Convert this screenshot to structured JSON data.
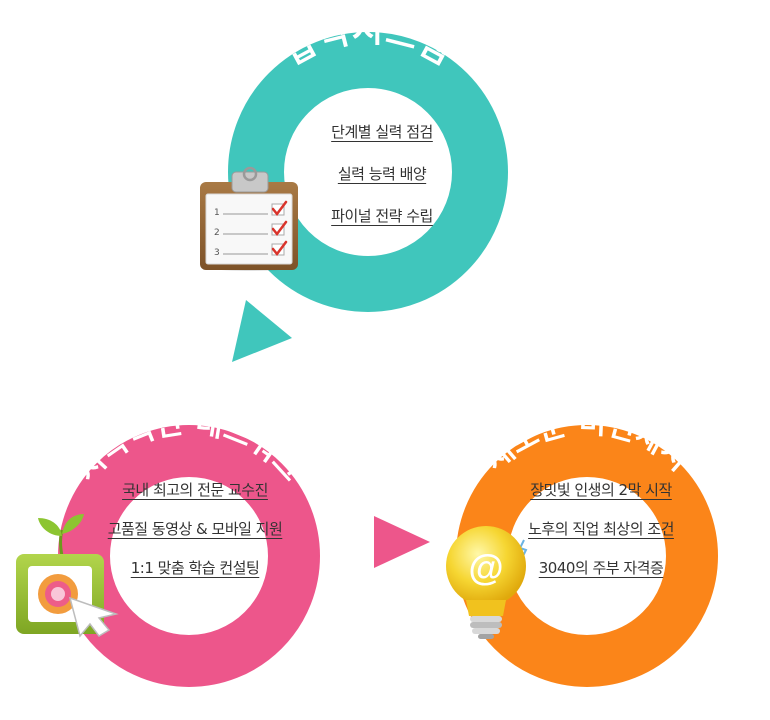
{
  "cycle": [
    {
      "title": "합격시스템",
      "color": "#40c6bc",
      "icon": "clipboard-checklist-icon",
      "items": [
        "단계별 실력 점검",
        "실력 능력 배양",
        "파이널 전략 수립"
      ]
    },
    {
      "title": "지속적인 네트워크",
      "color": "#ed568b",
      "icon": "plant-target-cursor-icon",
      "items": [
        "국내 최고의 전문 교수진",
        "고품질 동영상 & 모바일 지원",
        "1:1 맞춤 학습 컨설팅"
      ]
    },
    {
      "title": "새로운 비전제시",
      "color": "#fb8519",
      "icon": "lightbulb-at-icon",
      "items": [
        "장밋빛 인생의 2막 시작",
        "노후의 직업 최상의 조건",
        "3040의 주부 자격증"
      ]
    }
  ],
  "clipboard_numbers": [
    "1",
    "2",
    "3"
  ],
  "lightbulb_symbol": "@",
  "arrows": [
    "arrow-teal-to-pink",
    "arrow-pink-to-orange"
  ]
}
